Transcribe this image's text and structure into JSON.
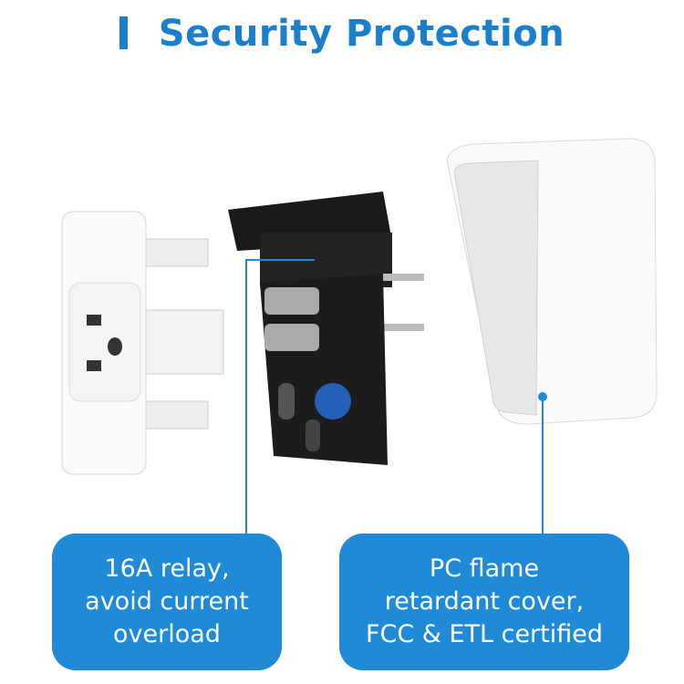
{
  "title": "Security Protection",
  "callouts": [
    {
      "lines": [
        "16A relay,",
        "avoid current",
        "overload"
      ]
    },
    {
      "lines": [
        "PC flame",
        "retardant cover,",
        "FCC & ETL certified"
      ]
    }
  ],
  "colors": {
    "accent": "#1f8ad6",
    "title": "#1b7fcc"
  }
}
